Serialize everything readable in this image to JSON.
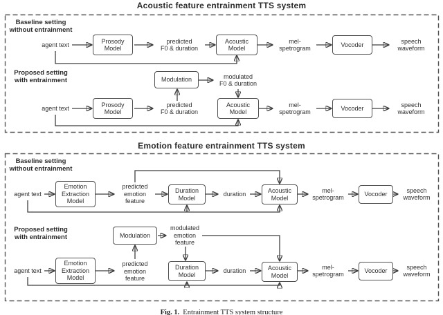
{
  "colors": {
    "line": "#3f3f3f",
    "box_border": "#4f4f4f",
    "text": "#2e2e2e",
    "title": "#2b2b2b",
    "background": "#ffffff"
  },
  "s1": {
    "title": "Acoustic feature entrainment TTS system",
    "baseline": {
      "label": "Baseline setting\nwithout entrainment",
      "agent_text": "agent text",
      "prosody": "Prosody\nModel",
      "predicted": "predicted\nF0 & duration",
      "acoustic": "Acoustic\nModel",
      "mel": "mel-\nspetrogram",
      "vocoder": "Vocoder",
      "speech": "speech\nwaveform"
    },
    "proposed": {
      "label": "Proposed setting\nwith entrainment",
      "agent_text": "agent text",
      "prosody": "Prosody\nModel",
      "predicted": "predicted\nF0 & duration",
      "modulation": "Modulation",
      "modulated": "modulated\nF0 & duration",
      "acoustic": "Acoustic\nModel",
      "mel": "mel-\nspetrogram",
      "vocoder": "Vocoder",
      "speech": "speech\nwaveform"
    }
  },
  "s2": {
    "title": "Emotion feature entrainment TTS system",
    "baseline": {
      "label": "Baseline setting\nwithout entrainment",
      "agent_text": "agent text",
      "emotion_extraction": "Emotion\nExtraction\nModel",
      "predicted": "predicted\nemotion\nfeature",
      "duration_model": "Duration\nModel",
      "duration": "duration",
      "acoustic": "Acoustic\nModel",
      "mel": "mel-\nspetrogram",
      "vocoder": "Vocoder",
      "speech": "speech\nwaveform"
    },
    "proposed": {
      "label": "Proposed setting\nwith entrainment",
      "agent_text": "agent text",
      "emotion_extraction": "Emotion\nExtraction\nModel",
      "predicted": "predicted\nemotion\nfeature",
      "modulation": "Modulation",
      "modulated": "modulated\nemotion\nfeature",
      "duration_model": "Duration\nModel",
      "duration": "duration",
      "acoustic": "Acoustic\nModel",
      "mel": "mel-\nspetrogram",
      "vocoder": "Vocoder",
      "speech": "speech\nwaveform"
    }
  },
  "caption": {
    "label": "Fig. 1.",
    "text": "Entrainment TTS system structure"
  }
}
